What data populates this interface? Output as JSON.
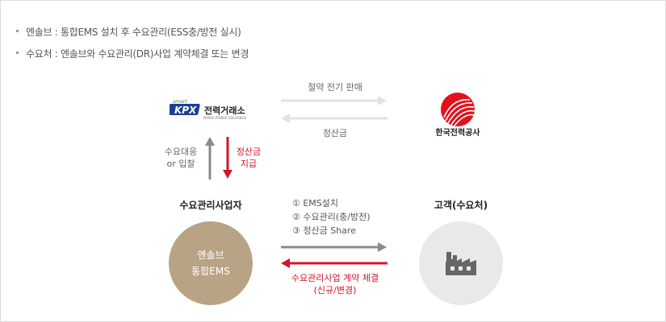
{
  "bullets": [
    "엔솔브 : 통합EMS 설치 후 수요관리(ESS충/방전 실시)",
    "수요처 : 엔솔브와 수요관리(DR)사업 계약체결 또는 변경"
  ],
  "kpx_logo": {
    "small": "smart",
    "brand": "KPX",
    "name": "전력거래소",
    "sub": "KOREA POWER EXCHANGE"
  },
  "kepco_logo": {
    "name": "한국전력공사"
  },
  "arrows": {
    "top_label": "절약 전기 판매",
    "bottom_label": "정산금",
    "left_label_line1": "수요대응",
    "left_label_line2": "or 입찰",
    "right_label_line1": "정산금",
    "right_label_line2": "지급"
  },
  "provider": {
    "title": "수요관리사업자",
    "circle_line1": "엔솔브",
    "circle_line2": "통합EMS"
  },
  "customer": {
    "title": "고객(수요처)"
  },
  "steps": [
    "① EMS설치",
    "② 수요관리(충/방전)",
    "③ 정산금 Share"
  ],
  "contract": {
    "line1": "수요관리사업 계약 체결",
    "line2": "(신규/변경)"
  },
  "colors": {
    "red": "#d3142b",
    "gold": "#b9a385",
    "grey_arrow": "#8a8a8a",
    "light_arrow": "#e2e2e2"
  }
}
